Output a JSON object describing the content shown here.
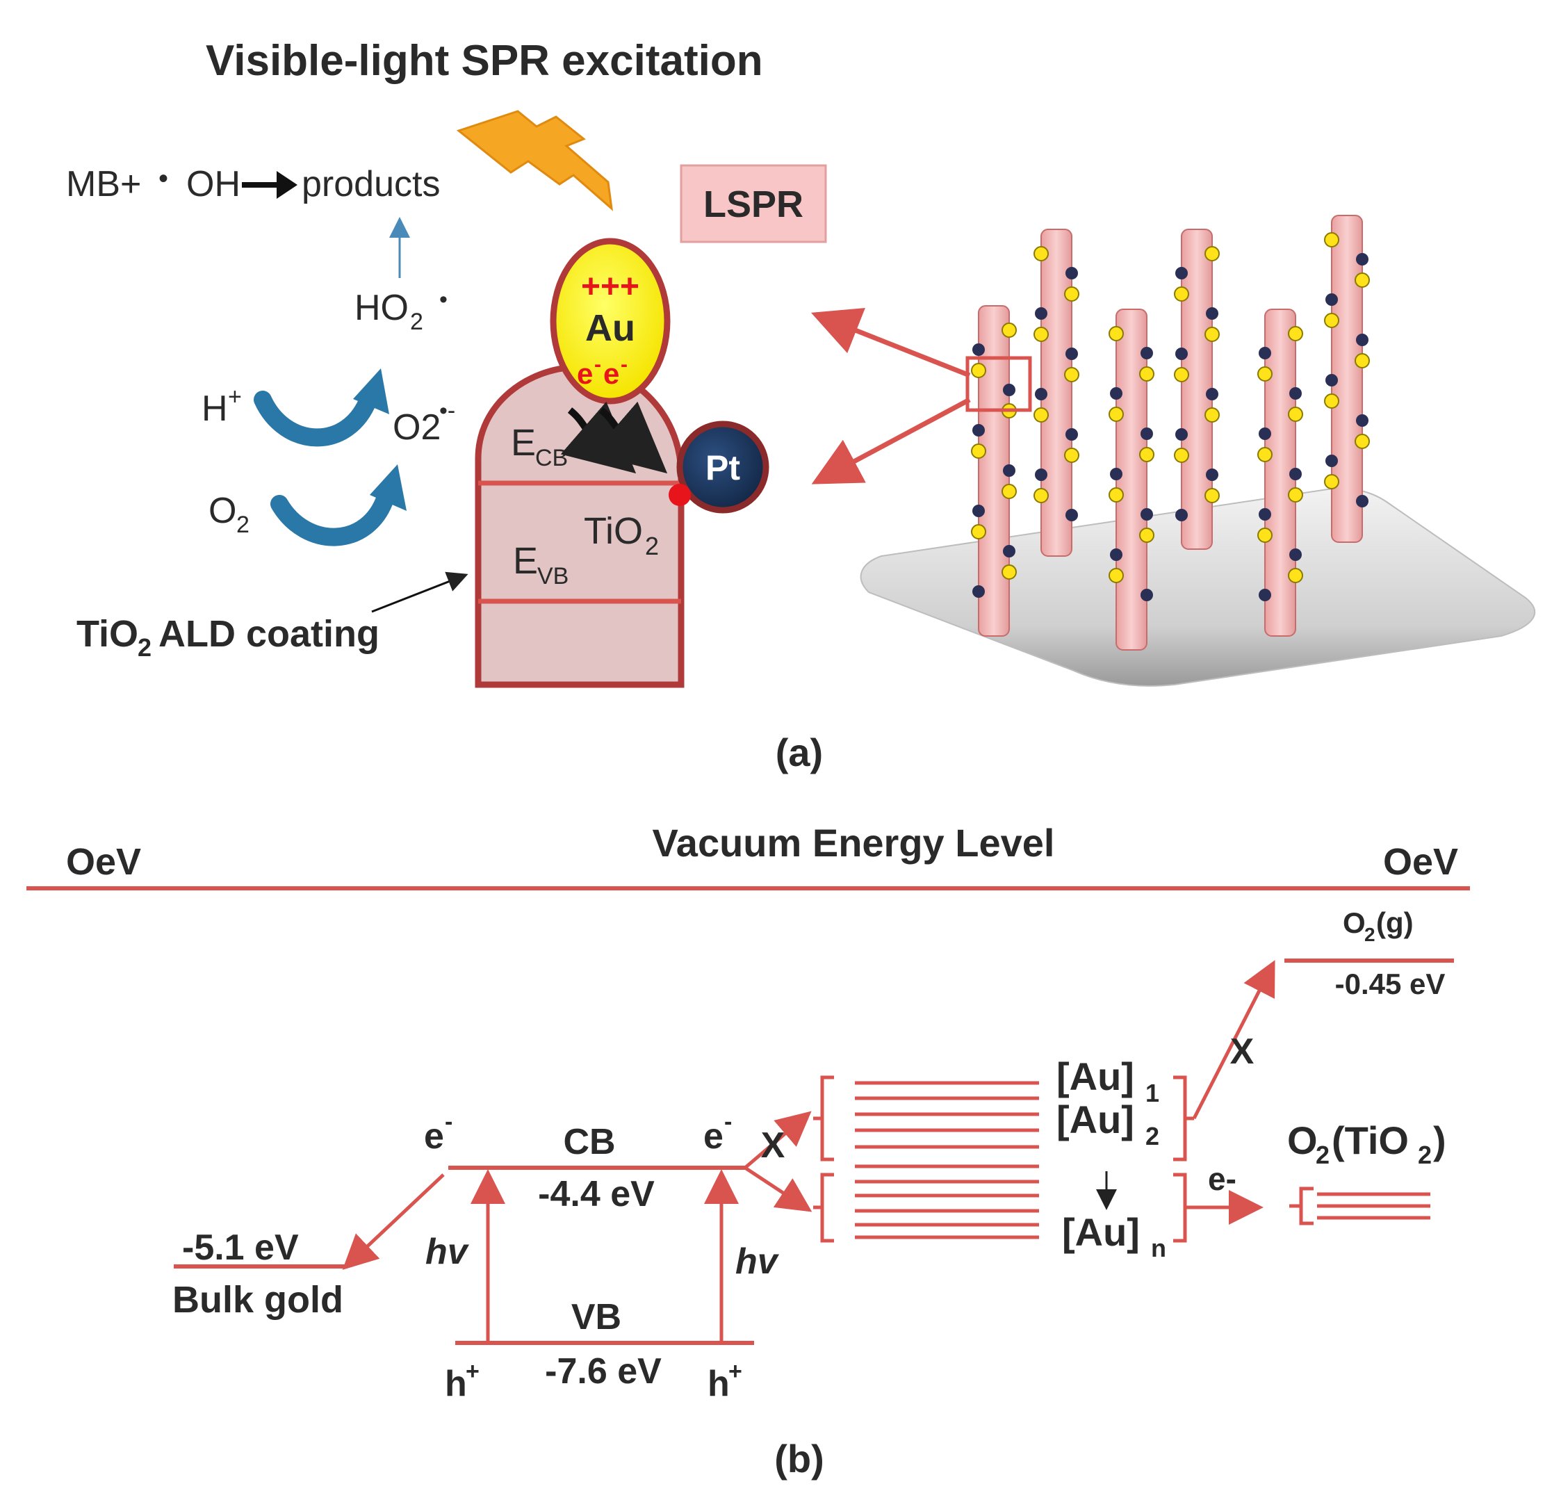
{
  "panel_a": {
    "title": "Visible-light SPR excitation",
    "reaction": {
      "lhs": "MB+",
      "dot": "•",
      "oh": "OH",
      "products": "products"
    },
    "lspr": "LSPR",
    "species": {
      "ho2": "HO",
      "ho2_sub": "2",
      "ho2_sup": "•",
      "hplus": "H",
      "hplus_sup": "+",
      "o2minus": "O2",
      "o2minus_sup": "•-",
      "o2": "O",
      "o2_sub": "2"
    },
    "au": "Au",
    "au_plus": "+++",
    "au_e": "e",
    "au_e_sup": "-",
    "pt": "Pt",
    "ecb": "E",
    "ecb_sub": "CB",
    "evb": "E",
    "evb_sub": "VB",
    "tio2": "TiO",
    "tio2_sub": "2",
    "ald_coating": "TiO",
    "ald_coating_sub": "2",
    "ald_coating_rest": "ALD coating",
    "caption": "(a)"
  },
  "panel_b": {
    "vacuum_level": "Vacuum Energy Level",
    "zero_left": "OeV",
    "zero_right": "OeV",
    "o2g": "O",
    "o2g_sub": "2",
    "o2g_rest": "(g)",
    "o2g_energy": "-0.45 eV",
    "bulk_gold_energy": "-5.1 eV",
    "bulk_gold": "Bulk gold",
    "electron": "e",
    "electron_sup": "-",
    "cb": "CB",
    "cb_energy": "-4.4 eV",
    "vb": "VB",
    "vb_energy": "-7.6 eV",
    "hole": "h",
    "hole_sup": "+",
    "hv": "hv",
    "blocked": "X",
    "au1": "[Au]",
    "au1_sub": "1",
    "au2": "[Au]",
    "au2_sub": "2",
    "aun": "[Au]",
    "aun_sub": "n",
    "e_minus": "e-",
    "o2_tio2": "O",
    "o2_tio2_sub": "2",
    "o2_tio2_mid": "(TiO",
    "o2_tio2_sub2": "2",
    "o2_tio2_end": ")",
    "caption": "(b)"
  },
  "colors": {
    "line_red": "#d9534f",
    "dark_red": "#b03a3a",
    "pink_fill": "#e8c0c0",
    "rod_pink": "#f4b8b8",
    "au_yellow": "#ffff33",
    "pt_blue": "#1f3b63",
    "arrow_blue": "#2a78a8",
    "lightning": "#f5a623"
  }
}
